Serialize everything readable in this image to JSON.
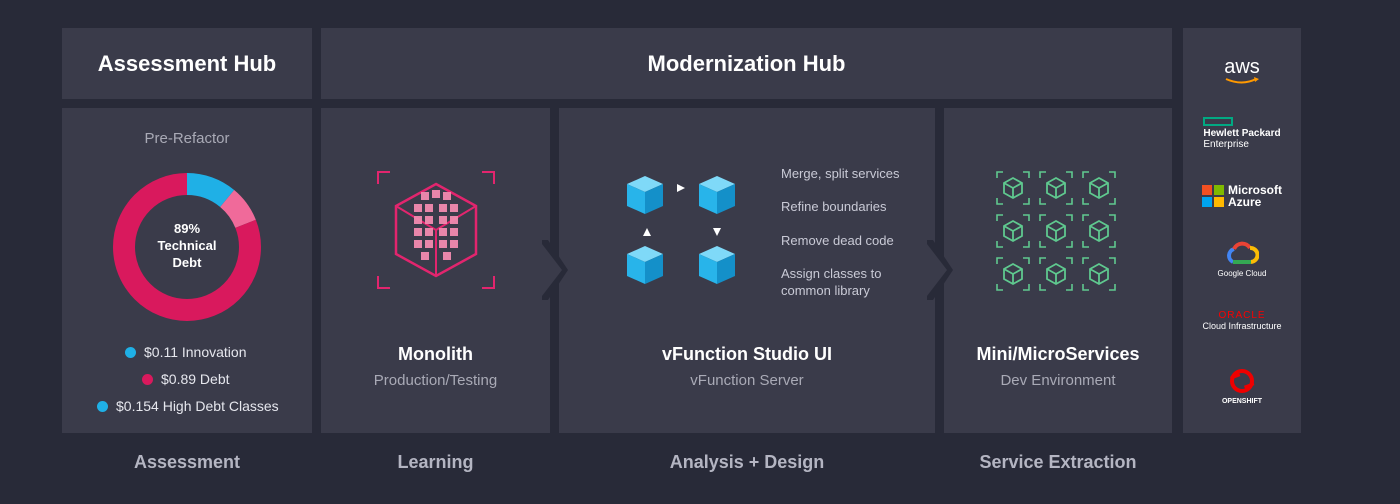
{
  "hubs": {
    "assessment": "Assessment Hub",
    "modernization": "Modernization Hub"
  },
  "assessment": {
    "title": "Pre-Refactor",
    "donut_center": [
      "89%",
      "Technical",
      "Debt"
    ],
    "legend": [
      {
        "label": "$0.11 Innovation",
        "color": "#1fb0e6"
      },
      {
        "label": "$0.89 Debt",
        "color": "#d9195d"
      },
      {
        "label": "$0.154 High Debt Classes",
        "color": "#1fb0e6"
      }
    ],
    "donut_segments": [
      {
        "share": 0.11,
        "color": "#1fb0e6"
      },
      {
        "share": 0.08,
        "color": "#f06a9a"
      },
      {
        "share": 0.81,
        "color": "#d9195d"
      }
    ]
  },
  "monolith": {
    "name": "Monolith",
    "sub": "Production/Testing"
  },
  "studio": {
    "name": "vFunction Studio UI",
    "sub": "vFunction Server",
    "actions": [
      "Merge, split services",
      "Refine boundaries",
      "Remove dead code",
      "Assign classes to common library"
    ]
  },
  "micro": {
    "name": "Mini/MicroServices",
    "sub": "Dev Environment"
  },
  "stages": [
    "Assessment",
    "Learning",
    "Analysis + Design",
    "Service Extraction"
  ],
  "clouds": {
    "aws": "aws",
    "hpe": [
      "Hewlett Packard",
      "Enterprise"
    ],
    "azure": [
      "Microsoft",
      "Azure"
    ],
    "google": "Google Cloud",
    "oracle": [
      "ORACLE",
      "Cloud Infrastructure"
    ],
    "openshift": "OPENSHIFT"
  },
  "colors": {
    "background": "#282a38",
    "panel": "#3a3b4a",
    "debt": "#d9195d",
    "innovation": "#1fb0e6",
    "microservice": "#5fc98f"
  }
}
